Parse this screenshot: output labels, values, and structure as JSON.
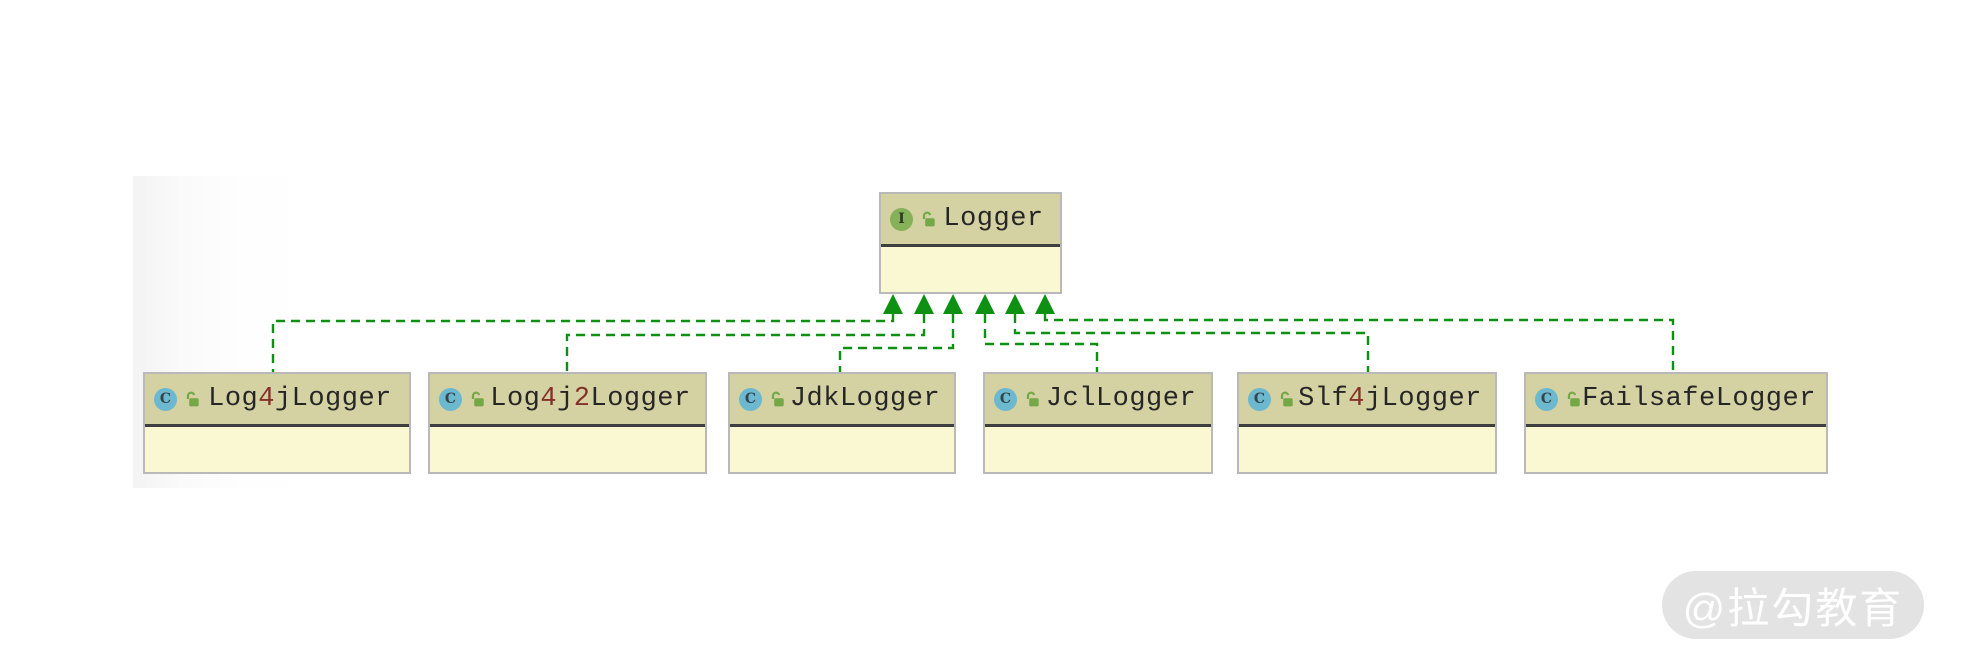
{
  "colors": {
    "edge": "#0e9012",
    "header_bg": "#d4d1a2",
    "body_bg": "#faf8d2",
    "node_border": "#b9b9b9",
    "divider": "#3e3e3e",
    "interface_badge": "#85b158",
    "class_badge": "#6cb8cf",
    "lock": "#74a847",
    "title_text": "#262626",
    "digit_text": "#86302a",
    "watermark_bg": "#e3e3e3",
    "watermark_text": "#ffffff"
  },
  "diagram": {
    "interface_node": {
      "badge": "I",
      "name": "Logger",
      "kind": "interface"
    },
    "classes": [
      {
        "badge": "C",
        "name": "Log4jLogger"
      },
      {
        "badge": "C",
        "name": "Log4j2Logger"
      },
      {
        "badge": "C",
        "name": "JdkLogger"
      },
      {
        "badge": "C",
        "name": "JclLogger"
      },
      {
        "badge": "C",
        "name": "Slf4jLogger"
      },
      {
        "badge": "C",
        "name": "FailsafeLogger"
      }
    ],
    "relationship": "implements"
  },
  "watermark": {
    "text": "@拉勾教育"
  }
}
